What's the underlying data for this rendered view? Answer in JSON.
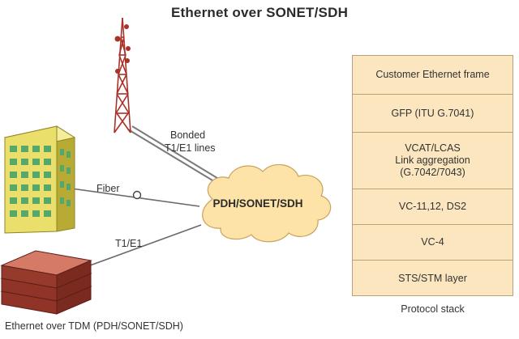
{
  "title": "Ethernet over SONET/SDH",
  "labels": {
    "bonded": "Bonded",
    "lines": "T1/E1 lines",
    "fiber": "Fiber",
    "t1e1": "T1/E1",
    "cloud": "PDH/SONET/SDH",
    "bottom": "Ethernet over TDM (PDH/SONET/SDH)",
    "stack_caption": "Protocol stack"
  },
  "protocol_stack": [
    {
      "text": "Customer Ethernet frame"
    },
    {
      "text": "GFP (ITU G.7041)"
    },
    {
      "text": "VCAT/LCAS\nLink aggregation\n(G.7042/7043)"
    },
    {
      "text": "VC-11,12, DS2"
    },
    {
      "text": "VC-4"
    },
    {
      "text": "STS/STM layer"
    }
  ],
  "icons": [
    "tower-icon",
    "building-icon",
    "equipment-stack-icon",
    "cloud-icon"
  ],
  "colors": {
    "stack_fill": "#fbe6bf",
    "cloud_fill": "#fde3a8",
    "building": "#e9df6a",
    "equipment": "#9a3b2e",
    "tower": "#a8332a",
    "line": "#6a6a6a"
  }
}
